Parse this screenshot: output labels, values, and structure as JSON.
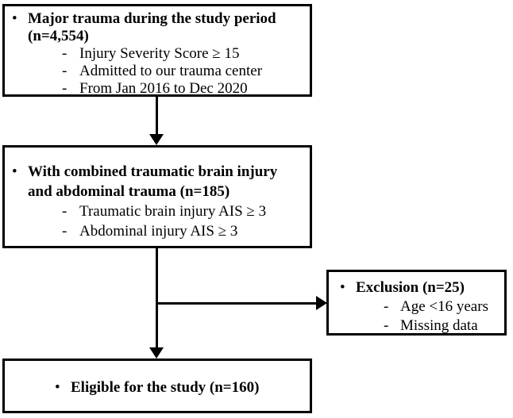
{
  "figure": {
    "background_color": "#ffffff",
    "line_color": "#000000"
  },
  "markers": {
    "bullet": "•",
    "dash": "-"
  },
  "boxes": [
    {
      "id": "major-trauma",
      "title": "Major trauma during the study period (n=4,554)",
      "items": [
        "Injury Severity Score ≥ 15",
        "Admitted to our trauma center",
        "From Jan 2016 to Dec 2020"
      ]
    },
    {
      "id": "combined-injury",
      "title": "With combined traumatic brain injury and abdominal trauma (n=185)",
      "items": [
        "Traumatic brain injury AIS ≥ 3",
        "Abdominal injury AIS ≥ 3"
      ]
    },
    {
      "id": "exclusion",
      "title": "Exclusion (n=25)",
      "items": [
        "Age <16 years",
        "Missing data"
      ]
    },
    {
      "id": "eligible",
      "title": "Eligible for the study (n=160)",
      "items": []
    }
  ]
}
